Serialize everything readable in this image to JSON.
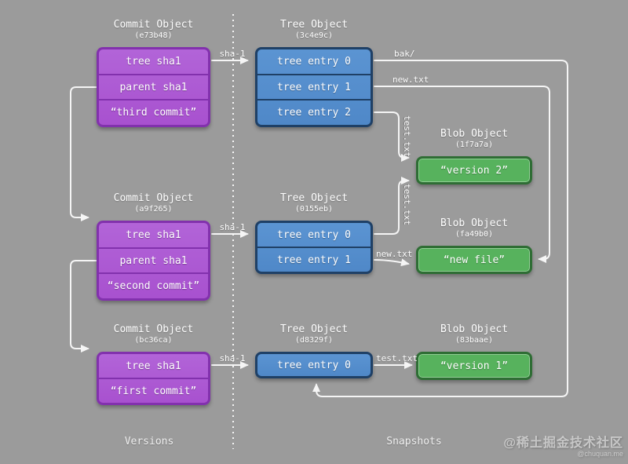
{
  "colors": {
    "bg": "#9b9b9b",
    "line": "#f5f5f5",
    "commit_fill": "#b264d8",
    "commit_border": "#8231ad",
    "tree_fill": "#5b94d2",
    "tree_border": "#1f4066",
    "blob_fill": "#57b25d",
    "blob_border": "#2e6d34"
  },
  "commits": [
    {
      "title": "Commit Object",
      "hash": "(e73b48)",
      "rows": [
        "tree sha1",
        "parent sha1",
        "“third commit”"
      ]
    },
    {
      "title": "Commit Object",
      "hash": "(a9f265)",
      "rows": [
        "tree sha1",
        "parent sha1",
        "“second commit”"
      ]
    },
    {
      "title": "Commit Object",
      "hash": "(bc36ca)",
      "rows": [
        "tree sha1",
        "“first commit”"
      ]
    }
  ],
  "trees": [
    {
      "title": "Tree Object",
      "hash": "(3c4e9c)",
      "rows": [
        "tree entry 0",
        "tree entry 1",
        "tree entry 2"
      ]
    },
    {
      "title": "Tree Object",
      "hash": "(0155eb)",
      "rows": [
        "tree entry 0",
        "tree entry 1"
      ]
    },
    {
      "title": "Tree Object",
      "hash": "(d8329f)",
      "rows": [
        "tree entry 0"
      ]
    }
  ],
  "blobs": [
    {
      "title": "Blob Object",
      "hash": "(1f7a7a)",
      "content": "“version 2”"
    },
    {
      "title": "Blob Object",
      "hash": "(fa49b0)",
      "content": "“new file”"
    },
    {
      "title": "Blob Object",
      "hash": "(83baae)",
      "content": "“version 1”"
    }
  ],
  "edge_labels": {
    "sha1": "sha-1",
    "bak": "bak/",
    "new_txt": "new.txt",
    "test_txt": "test.txt"
  },
  "column_labels": {
    "left": "Versions",
    "right": "Snapshots"
  },
  "watermark": {
    "line1": "@稀土掘金技术社区",
    "line2": "@chuquan.me"
  }
}
